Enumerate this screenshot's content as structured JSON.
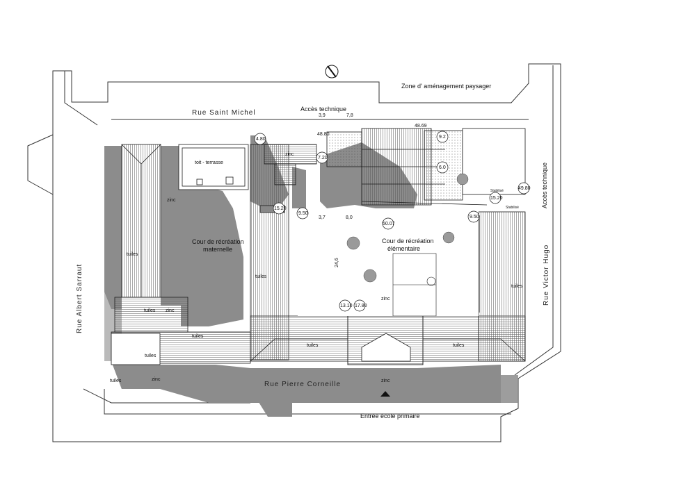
{
  "streets": {
    "saint_michel": "Rue      Saint      Michel",
    "albert_sarraut": "Rue      Albert      Sarraut",
    "victor_hugo": "Rue      Victor      Hugo",
    "pierre_corneille": "Rue      Pierre      Corneille"
  },
  "zones": {
    "paysager": "Zone d' aménagement paysager",
    "acces_technique_top": "Accès technique",
    "acces_technique_right": "Accès technique",
    "cour_maternelle_1": "Cour de récréation",
    "cour_maternelle_2": "maternelle",
    "cour_elementaire_1": "Cour de récréation",
    "cour_elementaire_2": "élémentaire",
    "toit_terrasse": "toit - terrasse",
    "entree": "Entrée école primaire"
  },
  "materials": {
    "tuiles": "tuiles",
    "zinc": "zinc"
  },
  "levels": {
    "l_48_80": "48.80",
    "l_48_69": "48.69",
    "l_4_80": "4.80",
    "l_7_20": "7.20",
    "l_15_20a": "15.20",
    "l_9_50a": "9.50",
    "l_9_2": "9.2",
    "l_6_0": "6.0",
    "l_49_80": "49.80",
    "l_15_20b": "15.20",
    "l_9_50b": "9.50",
    "l_50_07": "50.07",
    "l_13_10": "13.10",
    "l_17_80": "17.80"
  },
  "dimensions": {
    "d_3_9": "3,9",
    "d_7_8": "7,8",
    "d_3_7": "3,7",
    "d_8_0": "8,0",
    "d_24_6": "24,6"
  },
  "small_labels": {
    "stabilise_a": "Stabilisé",
    "stabilise_b": "Stabilisé"
  },
  "colors": {
    "shadow": "#8c8c8c",
    "line": "#1a1a1a",
    "roof_fill": "#ffffff"
  },
  "icons": {
    "north": "north-arrow-icon",
    "entrance": "entrance-triangle-icon"
  }
}
